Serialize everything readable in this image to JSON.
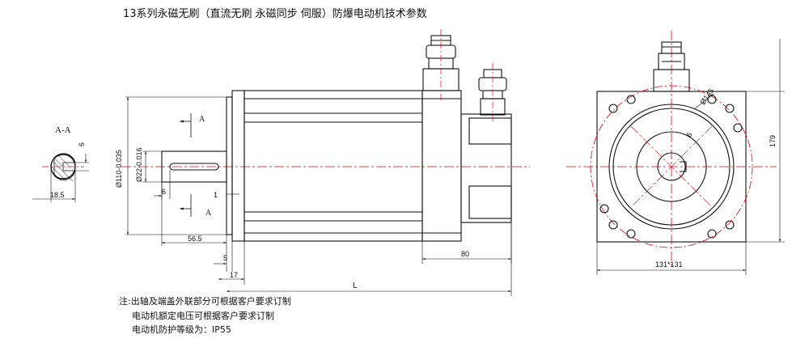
{
  "title": "13系列永磁无刷（直流无刷 永磁同步 伺服）防爆电动机技术参数",
  "section_label": "A-A",
  "cut_marks": {
    "top": "A",
    "bottom": "A"
  },
  "dimensions": {
    "key_depth": "6",
    "shaft_width": "18.5",
    "flange_diameter": "Ø110-0.035",
    "shaft_diameter": "Ø22-0.016",
    "key_offset": "6",
    "flange_step": "1",
    "shaft_length": "56.5",
    "flange_thickness": "5",
    "pilot_length": "17",
    "total_length": "L",
    "rear_length": "80",
    "bolt_circle": "Ø145",
    "hole_dim": "6",
    "height": "179",
    "square": "131*131"
  },
  "notes": [
    "注:出轴及端盖外联部分可根据客户要求订制",
    "电动机额定电压可根据客户要求订制",
    "电动机防护等级为：IP55"
  ],
  "colors": {
    "centerline": "#e60012",
    "line": "#111111"
  }
}
